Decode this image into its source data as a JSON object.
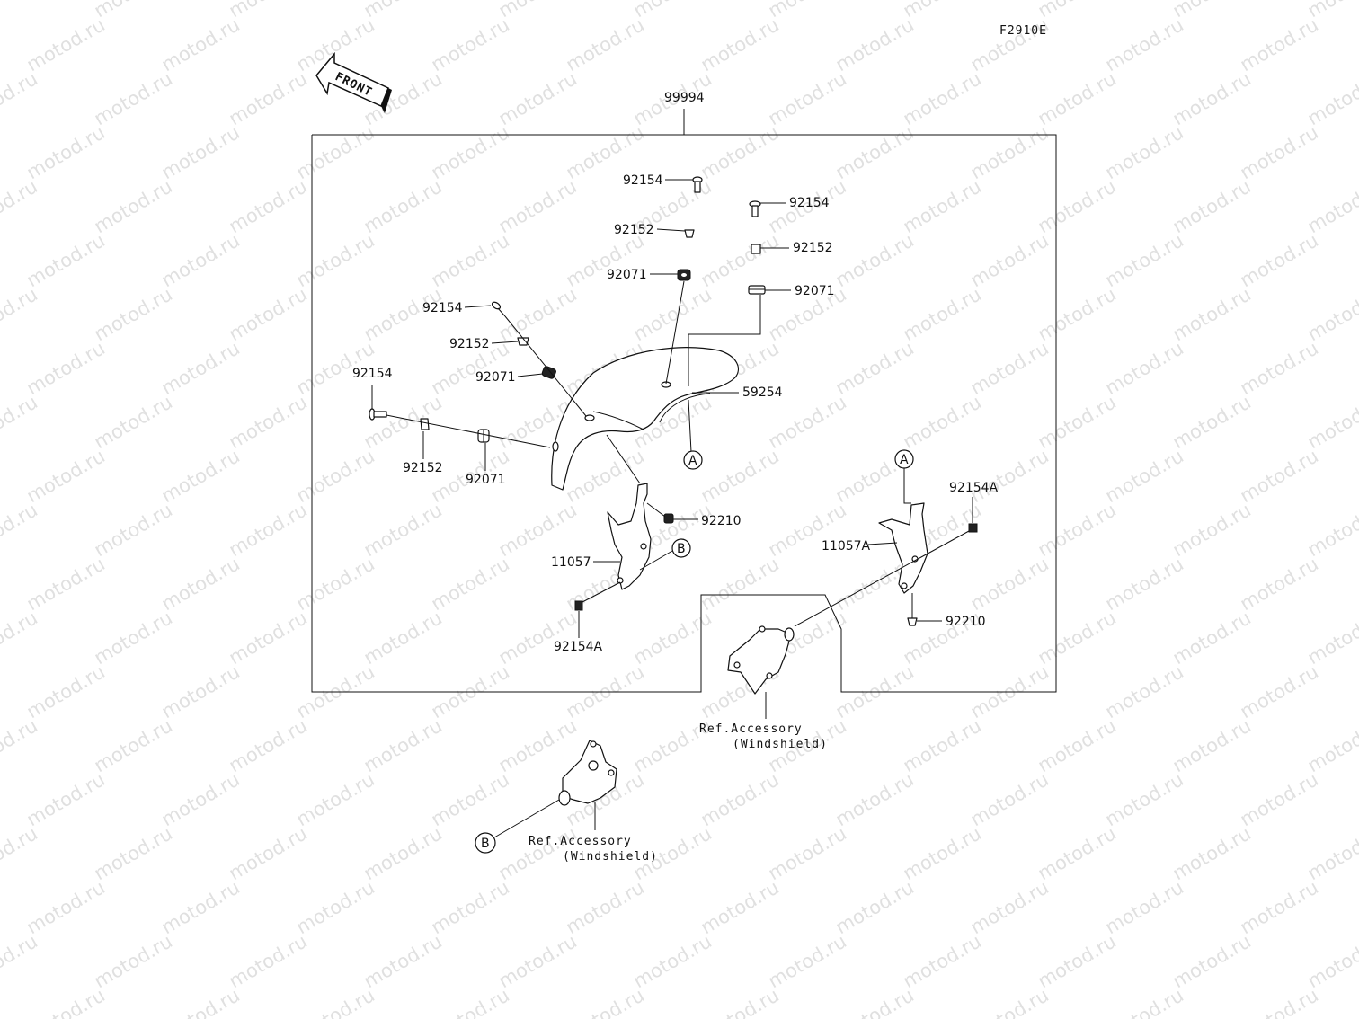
{
  "figure_code": "F2910E",
  "front_label": "FRONT",
  "watermark": "motod.ru",
  "assembly_no": "99994",
  "ref_accessory_1": {
    "line1": "Ref.Accessory",
    "line2": "(Windshield)"
  },
  "ref_accessory_2": {
    "line1": "Ref.Accessory",
    "line2": "(Windshield)"
  },
  "callouts": {
    "a1": "A",
    "a2": "A",
    "b1": "B",
    "b2": "B"
  },
  "parts": {
    "p92154_top": "92154",
    "p92152_top": "92152",
    "p92071_top": "92071",
    "p92154_right": "92154",
    "p92152_right": "92152",
    "p92071_right": "92071",
    "p92154_left": "92154",
    "p92152_left": "92152",
    "p92071_left": "92071",
    "p92154_side": "92154",
    "p92152_side": "92152",
    "p92071_side": "92071",
    "p59254": "59254",
    "p92210": "92210",
    "p11057": "11057",
    "p92154A": "92154A",
    "p92154A_r": "92154A",
    "p11057A": "11057A",
    "p92210_r": "92210"
  }
}
